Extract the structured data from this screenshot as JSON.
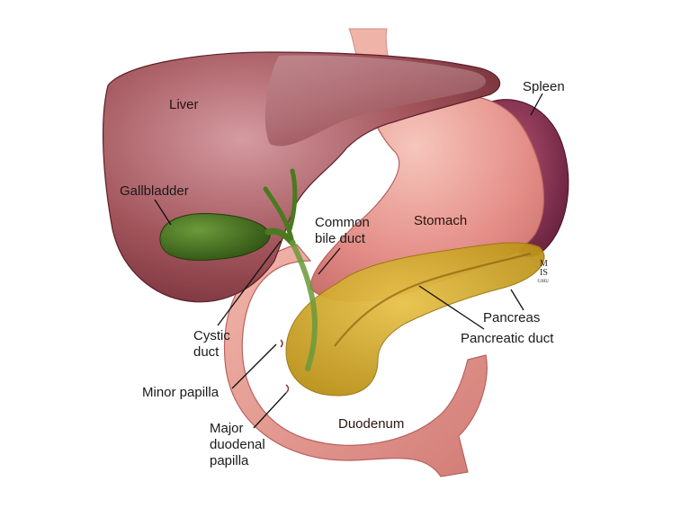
{
  "labels": {
    "liver": "Liver",
    "spleen": "Spleen",
    "gallbladder": "Gallbladder",
    "common_bile_duct_line1": "Common",
    "common_bile_duct_line2": "bile duct",
    "stomach": "Stomach",
    "cystic_duct_line1": "Cystic",
    "cystic_duct_line2": "duct",
    "pancreas": "Pancreas",
    "pancreatic_duct": "Pancreatic duct",
    "minor_papilla": "Minor papilla",
    "major_papilla_line1": "Major",
    "major_papilla_line2": "duodenal",
    "major_papilla_line3": "papilla",
    "duodenum": "Duodenum"
  },
  "artist_signature": {
    "line1": "M",
    "line2": "IS",
    "line3": "©JHU"
  },
  "colors": {
    "liver": "#9a4a52",
    "liver_highlight": "#c27a80",
    "stomach": "#e89a92",
    "duodenum": "#e49a90",
    "spleen": "#7a2a48",
    "gallbladder": "#3f6a1a",
    "pancreas": "#d4a81c",
    "esophagus": "#efb0a6"
  }
}
